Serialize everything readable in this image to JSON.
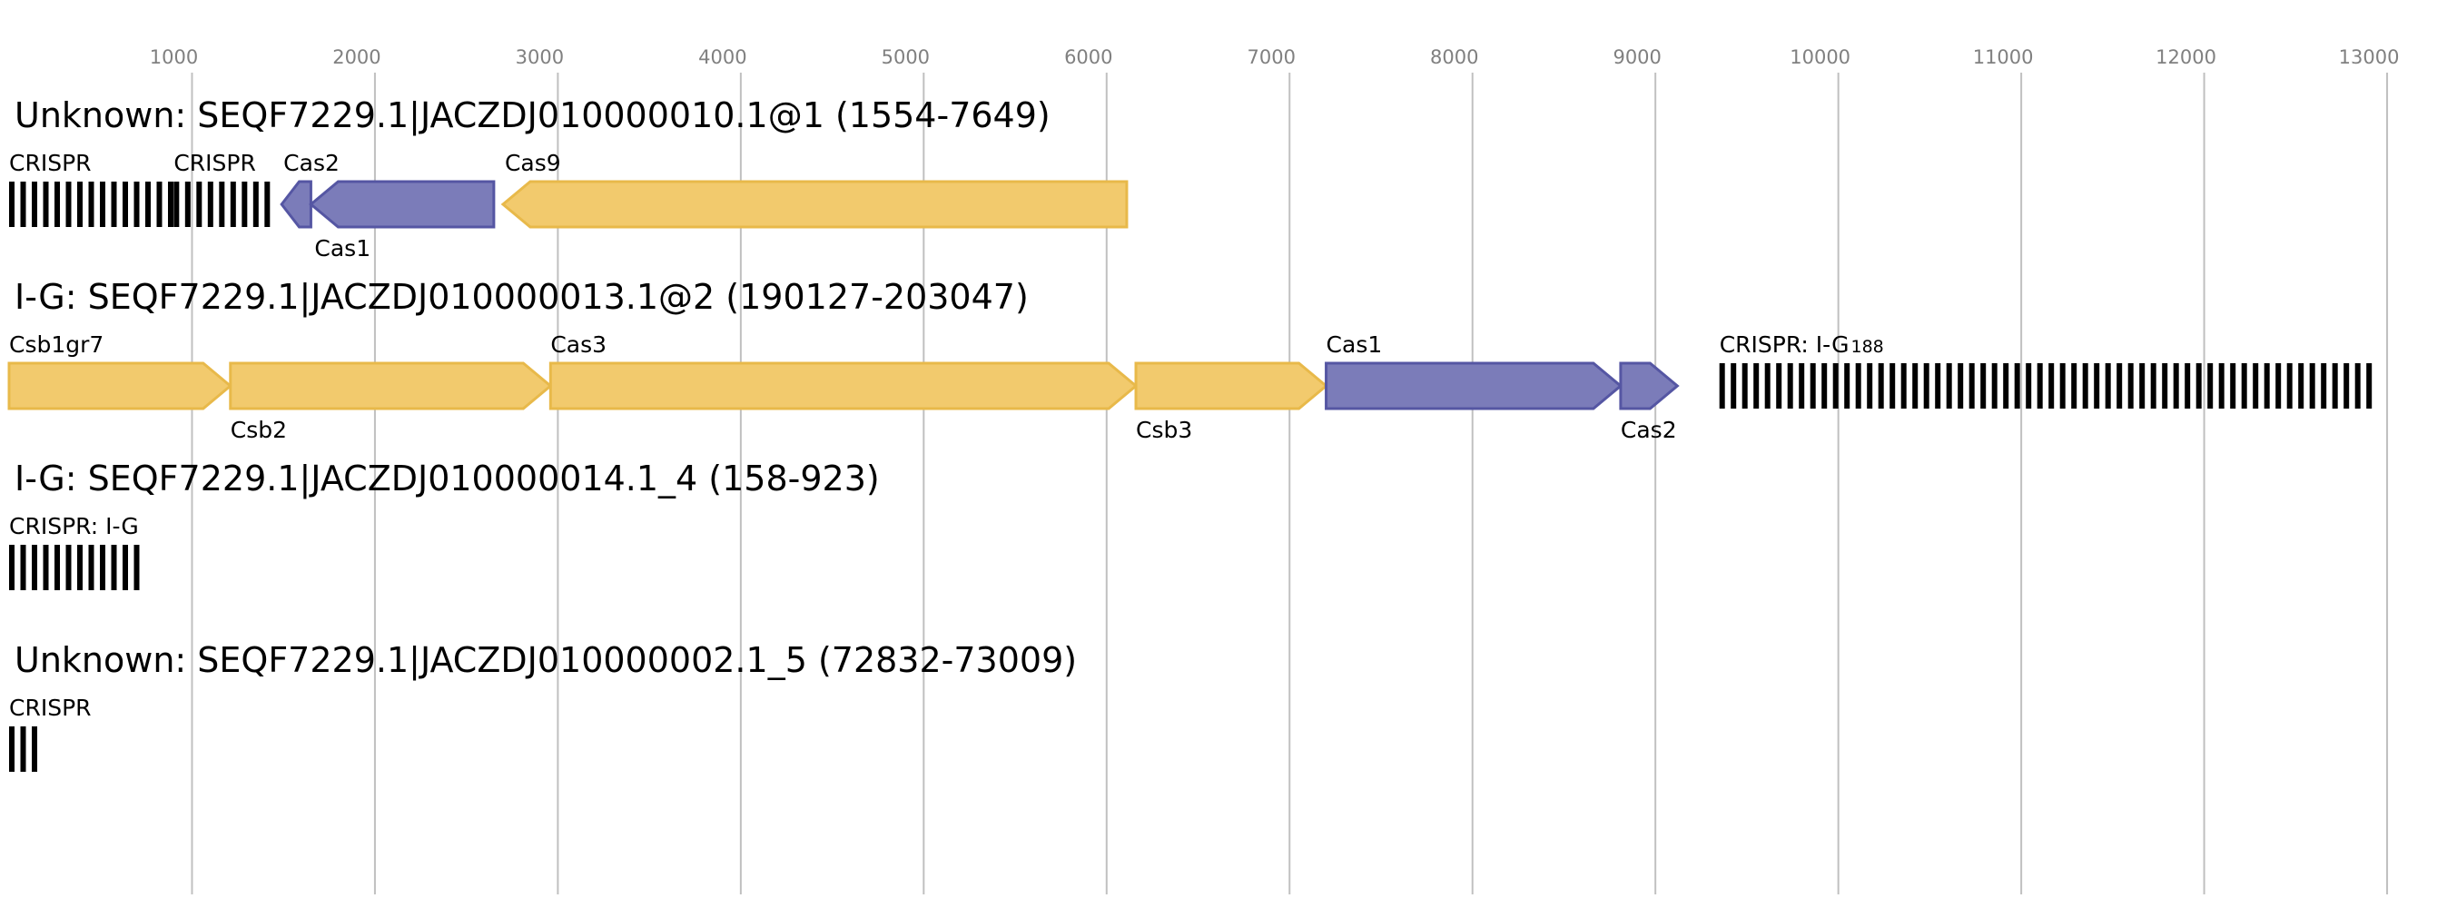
{
  "axis": {
    "ticks": [
      1000,
      2000,
      3000,
      4000,
      5000,
      6000,
      7000,
      8000,
      9000,
      10000,
      11000,
      12000,
      13000
    ]
  },
  "colors": {
    "gene_fill": "#f2ca6d",
    "gene_stroke": "#e8b94a",
    "cas_fill": "#7b7cb9",
    "cas_stroke": "#5556a3",
    "crispr": "#000000"
  },
  "tracks": [
    {
      "title": "Unknown: SEQF7229.1|JACZDJ010000010.1@1 (1554-7649)",
      "features": [
        {
          "kind": "crispr",
          "start": 0,
          "end": 900,
          "label": "CRISPR",
          "label_pos": "above"
        },
        {
          "kind": "crispr",
          "start": 900,
          "end": 1440,
          "label": "CRISPR",
          "label_pos": "above"
        },
        {
          "kind": "gene",
          "class": "cas",
          "start": 1490,
          "end": 1650,
          "strand": -1,
          "label": "Cas2",
          "label_pos": "above"
        },
        {
          "kind": "gene",
          "class": "cas",
          "start": 1650,
          "end": 2650,
          "strand": -1,
          "label": "Cas1",
          "label_pos": "below"
        },
        {
          "kind": "gene",
          "class": "gene",
          "start": 2700,
          "end": 6110,
          "strand": -1,
          "label": "Cas9",
          "label_pos": "above"
        }
      ]
    },
    {
      "title": "I-G: SEQF7229.1|JACZDJ010000013.1@2 (190127-203047)",
      "features": [
        {
          "kind": "gene",
          "class": "gene",
          "start": 0,
          "end": 1210,
          "strand": 1,
          "label": "Csb1gr7",
          "label_pos": "above"
        },
        {
          "kind": "gene",
          "class": "gene",
          "start": 1210,
          "end": 2960,
          "strand": 1,
          "label": "Csb2",
          "label_pos": "below"
        },
        {
          "kind": "gene",
          "class": "gene",
          "start": 2960,
          "end": 6160,
          "strand": 1,
          "label": "Cas3",
          "label_pos": "above"
        },
        {
          "kind": "gene",
          "class": "gene",
          "start": 6160,
          "end": 7200,
          "strand": 1,
          "label": "Csb3",
          "label_pos": "below"
        },
        {
          "kind": "gene",
          "class": "cas",
          "start": 7200,
          "end": 8810,
          "strand": 1,
          "label": "Cas1",
          "label_pos": "above"
        },
        {
          "kind": "gene",
          "class": "cas",
          "start": 8810,
          "end": 9120,
          "strand": 1,
          "label": "Cas2",
          "label_pos": "below"
        },
        {
          "kind": "crispr",
          "start": 9350,
          "end": 12940,
          "label": "CRISPR: I-G",
          "label_sub": "188",
          "label_pos": "above"
        }
      ]
    },
    {
      "title": "I-G: SEQF7229.1|JACZDJ010000014.1_4 (158-923)",
      "features": [
        {
          "kind": "crispr",
          "start": 0,
          "end": 770,
          "label": "CRISPR: I-G",
          "label_pos": "above"
        }
      ]
    },
    {
      "title": "Unknown: SEQF7229.1|JACZDJ010000002.1_5 (72832-73009)",
      "features": [
        {
          "kind": "crispr",
          "start": 0,
          "end": 180,
          "label": "CRISPR",
          "label_pos": "above"
        }
      ]
    }
  ]
}
